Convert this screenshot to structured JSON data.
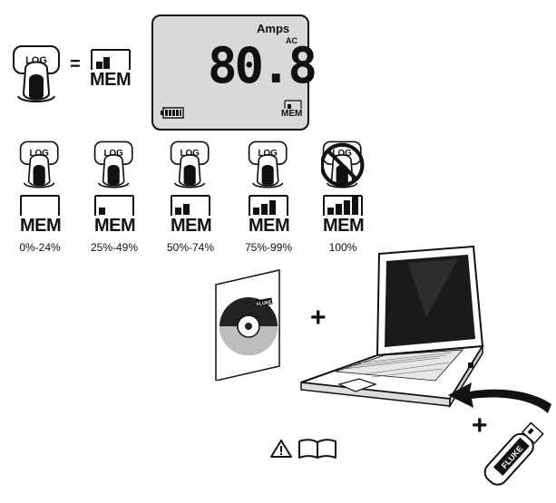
{
  "log_button_label": "LOG",
  "equals_sign": "=",
  "mem_label": "MEM",
  "display": {
    "unit": "Amps",
    "mode": "AC",
    "reading": "80.8",
    "mem_label": "MEM"
  },
  "memory_levels": [
    {
      "label": "MEM",
      "range": "0%-24%",
      "fill_fraction": 0.0,
      "log_allowed": true
    },
    {
      "label": "MEM",
      "range": "25%-49%",
      "fill_fraction": 0.25,
      "log_allowed": true
    },
    {
      "label": "MEM",
      "range": "50%-74%",
      "fill_fraction": 0.5,
      "log_allowed": true
    },
    {
      "label": "MEM",
      "range": "75%-99%",
      "fill_fraction": 0.75,
      "log_allowed": true
    },
    {
      "label": "MEM",
      "range": "100%",
      "fill_fraction": 1.0,
      "log_allowed": false
    }
  ],
  "plus_sign": "+",
  "cd_brand": "FLUKE",
  "usb_brand": "FLUKE",
  "colors": {
    "lcd_bg": "#d9d9d9",
    "ink": "#111111",
    "laptop_screen": "#1a1a1a"
  },
  "icons": [
    "warning-triangle-icon",
    "manual-book-icon"
  ]
}
